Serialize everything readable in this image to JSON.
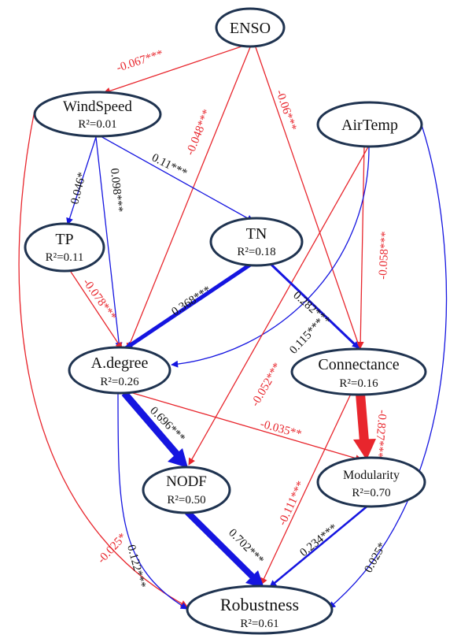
{
  "colors": {
    "positive": "#1515e0",
    "negative": "#e8262d",
    "node_stroke": "#1f3350"
  },
  "nodes": {
    "enso": {
      "name": "ENSO",
      "r2": ""
    },
    "windspeed": {
      "name": "WindSpeed",
      "r2": "R²=0.01"
    },
    "airtemp": {
      "name": "AirTemp",
      "r2": ""
    },
    "tp": {
      "name": "TP",
      "r2": "R²=0.11"
    },
    "tn": {
      "name": "TN",
      "r2": "R²=0.18"
    },
    "adegree": {
      "name": "A.degree",
      "r2": "R²=0.26"
    },
    "connectance": {
      "name": "Connectance",
      "r2": "R²=0.16"
    },
    "nodf": {
      "name": "NODF",
      "r2": "R²=0.50"
    },
    "modularity": {
      "name": "Modularity",
      "r2": "R²=0.70"
    },
    "robustness": {
      "name": "Robustness",
      "r2": "R²=0.61"
    }
  },
  "paths": [
    {
      "id": "enso-windspeed",
      "from": "ENSO",
      "to": "WindSpeed",
      "label": "-0.067***",
      "sign": "negative"
    },
    {
      "id": "enso-adegree",
      "from": "ENSO",
      "to": "A.degree",
      "label": "-0.048***",
      "sign": "negative"
    },
    {
      "id": "enso-connectance",
      "from": "ENSO",
      "to": "Connectance",
      "label": "-0.06***",
      "sign": "negative"
    },
    {
      "id": "windspeed-tp",
      "from": "WindSpeed",
      "to": "TP",
      "label": "0.046*",
      "sign": "positive"
    },
    {
      "id": "windspeed-adegree",
      "from": "WindSpeed",
      "to": "A.degree",
      "label": "0.098***",
      "sign": "positive"
    },
    {
      "id": "windspeed-tn",
      "from": "WindSpeed",
      "to": "TN",
      "label": "0.11***",
      "sign": "positive"
    },
    {
      "id": "windspeed-robustness",
      "from": "WindSpeed",
      "to": "Robustness",
      "label": "-0.025*",
      "sign": "negative"
    },
    {
      "id": "airtemp-connectance",
      "from": "AirTemp",
      "to": "Connectance",
      "label": "-0.058***",
      "sign": "negative"
    },
    {
      "id": "airtemp-adegree",
      "from": "AirTemp",
      "to": "A.degree",
      "label": "0.115***",
      "sign": "positive"
    },
    {
      "id": "airtemp-nodf",
      "from": "AirTemp",
      "to": "NODF",
      "label": "-0.052***",
      "sign": "negative"
    },
    {
      "id": "airtemp-robustness",
      "from": "AirTemp",
      "to": "Robustness",
      "label": "0.025*",
      "sign": "positive"
    },
    {
      "id": "tp-adegree",
      "from": "TP",
      "to": "A.degree",
      "label": "-0.078***",
      "sign": "negative"
    },
    {
      "id": "tn-adegree",
      "from": "TN",
      "to": "A.degree",
      "label": "0.368***",
      "sign": "positive"
    },
    {
      "id": "tn-connectance",
      "from": "TN",
      "to": "Connectance",
      "label": "0.282***",
      "sign": "positive"
    },
    {
      "id": "adegree-nodf",
      "from": "A.degree",
      "to": "NODF",
      "label": "0.696***",
      "sign": "positive"
    },
    {
      "id": "adegree-modularity",
      "from": "A.degree",
      "to": "Modularity",
      "label": "-0.035**",
      "sign": "negative"
    },
    {
      "id": "adegree-robustness",
      "from": "A.degree",
      "to": "Robustness",
      "label": "0.122***",
      "sign": "positive"
    },
    {
      "id": "connectance-modularity",
      "from": "Connectance",
      "to": "Modularity",
      "label": "-0.827***",
      "sign": "negative"
    },
    {
      "id": "connectance-robustness",
      "from": "Connectance",
      "to": "Robustness",
      "label": "-0.111***",
      "sign": "negative"
    },
    {
      "id": "nodf-robustness",
      "from": "NODF",
      "to": "Robustness",
      "label": "0.702***",
      "sign": "positive"
    },
    {
      "id": "modularity-robustness",
      "from": "Modularity",
      "to": "Robustness",
      "label": "0.234***",
      "sign": "positive"
    }
  ]
}
